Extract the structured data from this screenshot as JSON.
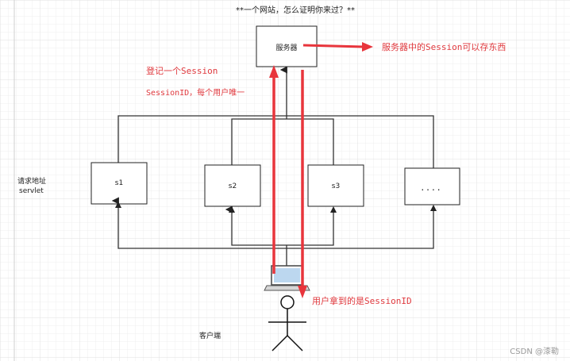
{
  "title": "**一个网站，怎么证明你来过？**",
  "nodes": {
    "server": "服务器",
    "s1": "s1",
    "s2": "s2",
    "s3": "s3",
    "more": "....",
    "request_label_line1": "请求地址",
    "request_label_line2": "servlet",
    "client": "客户端"
  },
  "annotations": {
    "server_stores": "服务器中的Session可以存东西",
    "register_session": "登记一个Session",
    "session_id_unique": "SessionID，每个用户唯一",
    "user_gets_id": "用户拿到的是SessionID"
  },
  "watermark": "CSDN @漆勒",
  "colors": {
    "line": "#333333",
    "accent_red": "#e8353c",
    "grid": "#e9e9e9",
    "grid_major": "#dedede",
    "box_border": "#222222",
    "laptop_screen": "#7fb3e0"
  }
}
